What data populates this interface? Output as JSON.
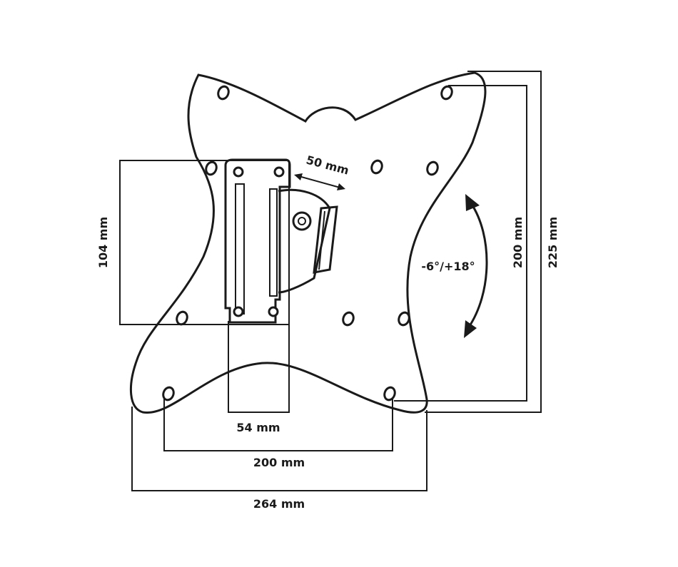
{
  "diagram": {
    "labels": {
      "hinge_offset": "50 mm",
      "bracket_height": "104 mm",
      "bracket_width": "54 mm",
      "tilt_range": "-6°/+18°",
      "vesa_vertical": "200 mm",
      "plate_height": "225 mm",
      "vesa_horizontal": "200 mm",
      "plate_width": "264 mm"
    },
    "stroke_color": "#1a1a1a",
    "background_color": "#ffffff"
  }
}
